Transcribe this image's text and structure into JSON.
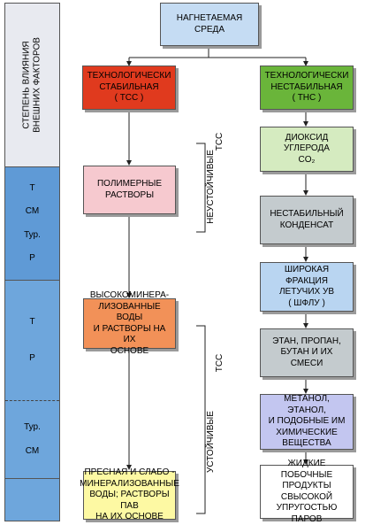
{
  "sidebar": {
    "title_lines": [
      "СТЕПЕНЬ ВЛИЯНИЯ",
      "ВНЕШНИХ ФАКТОРОВ"
    ],
    "segments": [
      {
        "items": [
          "Т",
          "СМ",
          "Тур.",
          "Р"
        ]
      },
      {
        "items": [
          "Т",
          "Р"
        ]
      },
      {
        "items": [
          "Тур.",
          "СМ"
        ]
      }
    ]
  },
  "top": {
    "label": "НАГНЕТАЕМАЯ\nСРЕДА"
  },
  "left_column": [
    {
      "label": "ТЕХНОЛОГИЧЕСКИ\nСТАБИЛЬНАЯ\n( ТСС )"
    },
    {
      "label": "ПОЛИМЕРНЫЕ\nРАСТВОРЫ"
    },
    {
      "label": "ВЫСОКОМИНЕРА-\nЛИЗОВАННЫЕ ВОДЫ\nИ РАСТВОРЫ НА ИХ\nОСНОВЕ"
    },
    {
      "label": "ПРЕСНАЯ И СЛАБО -\nМИНЕРАЛИЗОВАННЫЕ\nВОДЫ; РАСТВОРЫ ПАВ\nНА ИХ ОСНОВЕ"
    }
  ],
  "right_column": [
    {
      "label": "ТЕХНОЛОГИЧЕСКИ\nНЕСТАБИЛЬНАЯ\n( ТНС )"
    },
    {
      "label": "ДИОКСИД УГЛЕРОДА\nCO₂"
    },
    {
      "label": "НЕСТАБИЛЬНЫЙ\nКОНДЕНСАТ"
    },
    {
      "label": "ШИРОКАЯ ФРАКЦИЯ\nЛЕТУЧИХ УВ\n( ШФЛУ )"
    },
    {
      "label": "ЭТАН, ПРОПАН,\nБУТАН И ИХ СМЕСИ"
    },
    {
      "label": "МЕТАНОЛ, ЭТАНОЛ,\nИ ПОДОБНЫЕ ИМ\nХИМИЧЕСКИЕ\nВЕЩЕСТВА"
    },
    {
      "label": "ЖИДКИЕ ПОБОЧНЫЕ\nПРОДУКТЫ СВЫСОКОЙ\nУПРУГОСТЬЮ ПАРОВ"
    }
  ],
  "brackets": {
    "unstable": {
      "line1": "НЕУСТОЙЧИВЫЕ",
      "line2": "ТСС"
    },
    "stable": {
      "line1": "УСТОЙЧИВЫЕ",
      "line2": "ТСС"
    }
  },
  "colors": {
    "top": "#c5dcf3",
    "tcc": "#e03a1e",
    "thc": "#6ab53a",
    "polymer": "#f6c9cf",
    "highmin": "#f29158",
    "fresh": "#fdf9a3",
    "co2": "#d5ebc0",
    "condensate": "#c4cbce",
    "shflu": "#b9d5f1",
    "ethane": "#c4cbce",
    "methanol": "#c3c6f0",
    "liquid": "#ffffff",
    "sidebar_top": "#e8eaf0",
    "sidebar_mid": "#5f9ad6",
    "sidebar_bot": "#6ea6dc"
  }
}
